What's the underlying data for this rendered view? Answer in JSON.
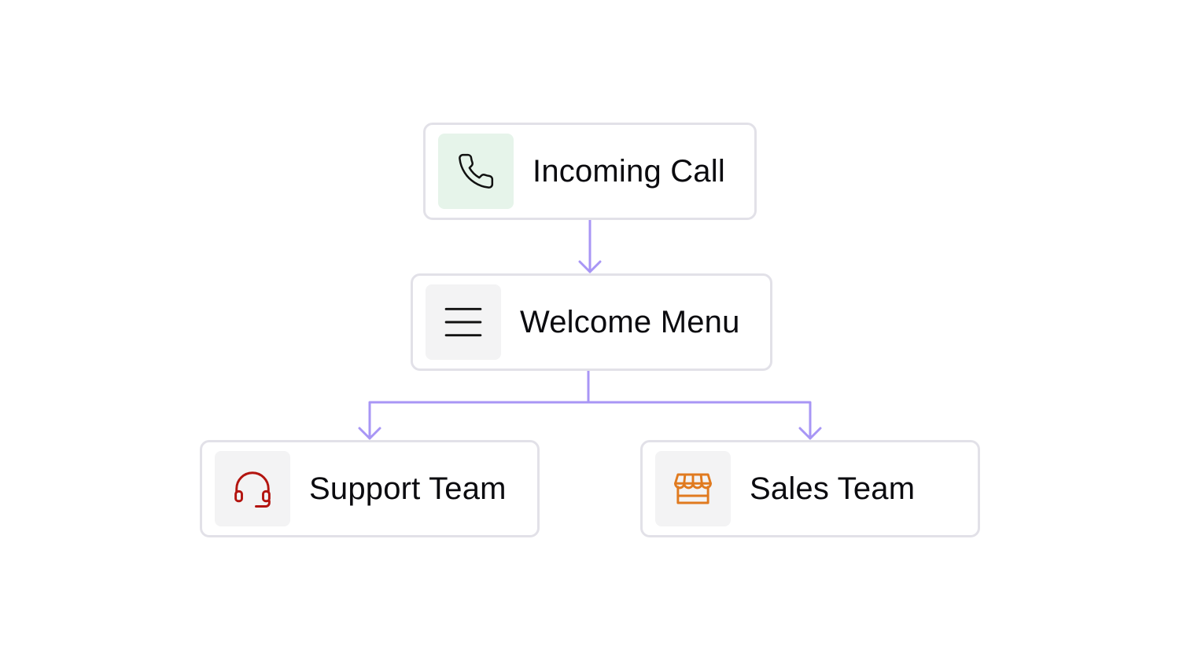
{
  "nodes": {
    "incoming_call": {
      "label": "Incoming Call",
      "icon": "phone-icon",
      "icon_bg": "#e6f4ea",
      "icon_color": "#111111"
    },
    "welcome_menu": {
      "label": "Welcome Menu",
      "icon": "menu-icon",
      "icon_bg": "#f3f3f4",
      "icon_color": "#111111"
    },
    "support_team": {
      "label": "Support Team",
      "icon": "headset-icon",
      "icon_bg": "#f3f3f4",
      "icon_color": "#b3140f"
    },
    "sales_team": {
      "label": "Sales Team",
      "icon": "storefront-icon",
      "icon_bg": "#f3f3f4",
      "icon_color": "#e07a1f"
    }
  },
  "colors": {
    "connector": "#a896f5",
    "node_border": "#e2e1e8"
  }
}
